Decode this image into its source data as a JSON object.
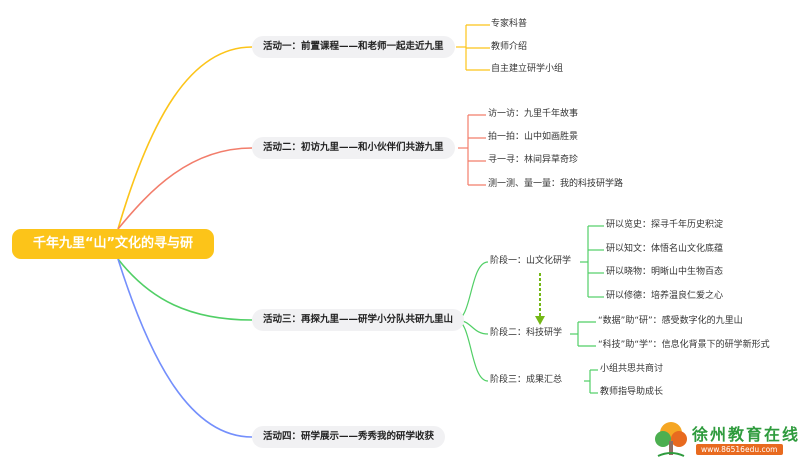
{
  "root": {
    "title": "千年九里“山”文化的寻与研"
  },
  "activities": [
    {
      "label": "活动一：前置课程——和老师一起走近九里",
      "items": [
        "专家科普",
        "教师介绍",
        "自主建立研学小组"
      ]
    },
    {
      "label": "活动二：初访九里——和小伙伴们共游九里",
      "items": [
        "访一访：九里千年故事",
        "拍一拍：山中如画胜景",
        "寻一寻：林间异草奇珍",
        "测一测、量一量：我的科技研学路"
      ]
    },
    {
      "label": "活动三：再探九里——研学小分队共研九里山",
      "stages": [
        {
          "label": "阶段一：山文化研学",
          "items": [
            "研以览史：探寻千年历史积淀",
            "研以知文：体悟名山文化底蕴",
            "研以晓物：明晰山中生物百态",
            "研以修德：培养温良仁爱之心"
          ]
        },
        {
          "label": "阶段二：科技研学",
          "items": [
            "“数据”助“研”：感受数字化的九里山",
            "“科技”助“学”：信息化背景下的研学新形式"
          ]
        },
        {
          "label": "阶段三：成果汇总",
          "items": [
            "小组共思共商讨",
            "教师指导助成长"
          ]
        }
      ]
    },
    {
      "label": "活动四：研学展示——秀秀我的研学收获"
    }
  ],
  "colors": {
    "root": "#fcc419",
    "branch1": "#fcc419",
    "branch2": "#f27d6b",
    "branch3": "#51cf66",
    "branch4": "#748ffc",
    "dashed_arrow": "#74b816"
  },
  "watermark": {
    "name": "徐州教育在线",
    "url": "www.86516edu.com"
  }
}
